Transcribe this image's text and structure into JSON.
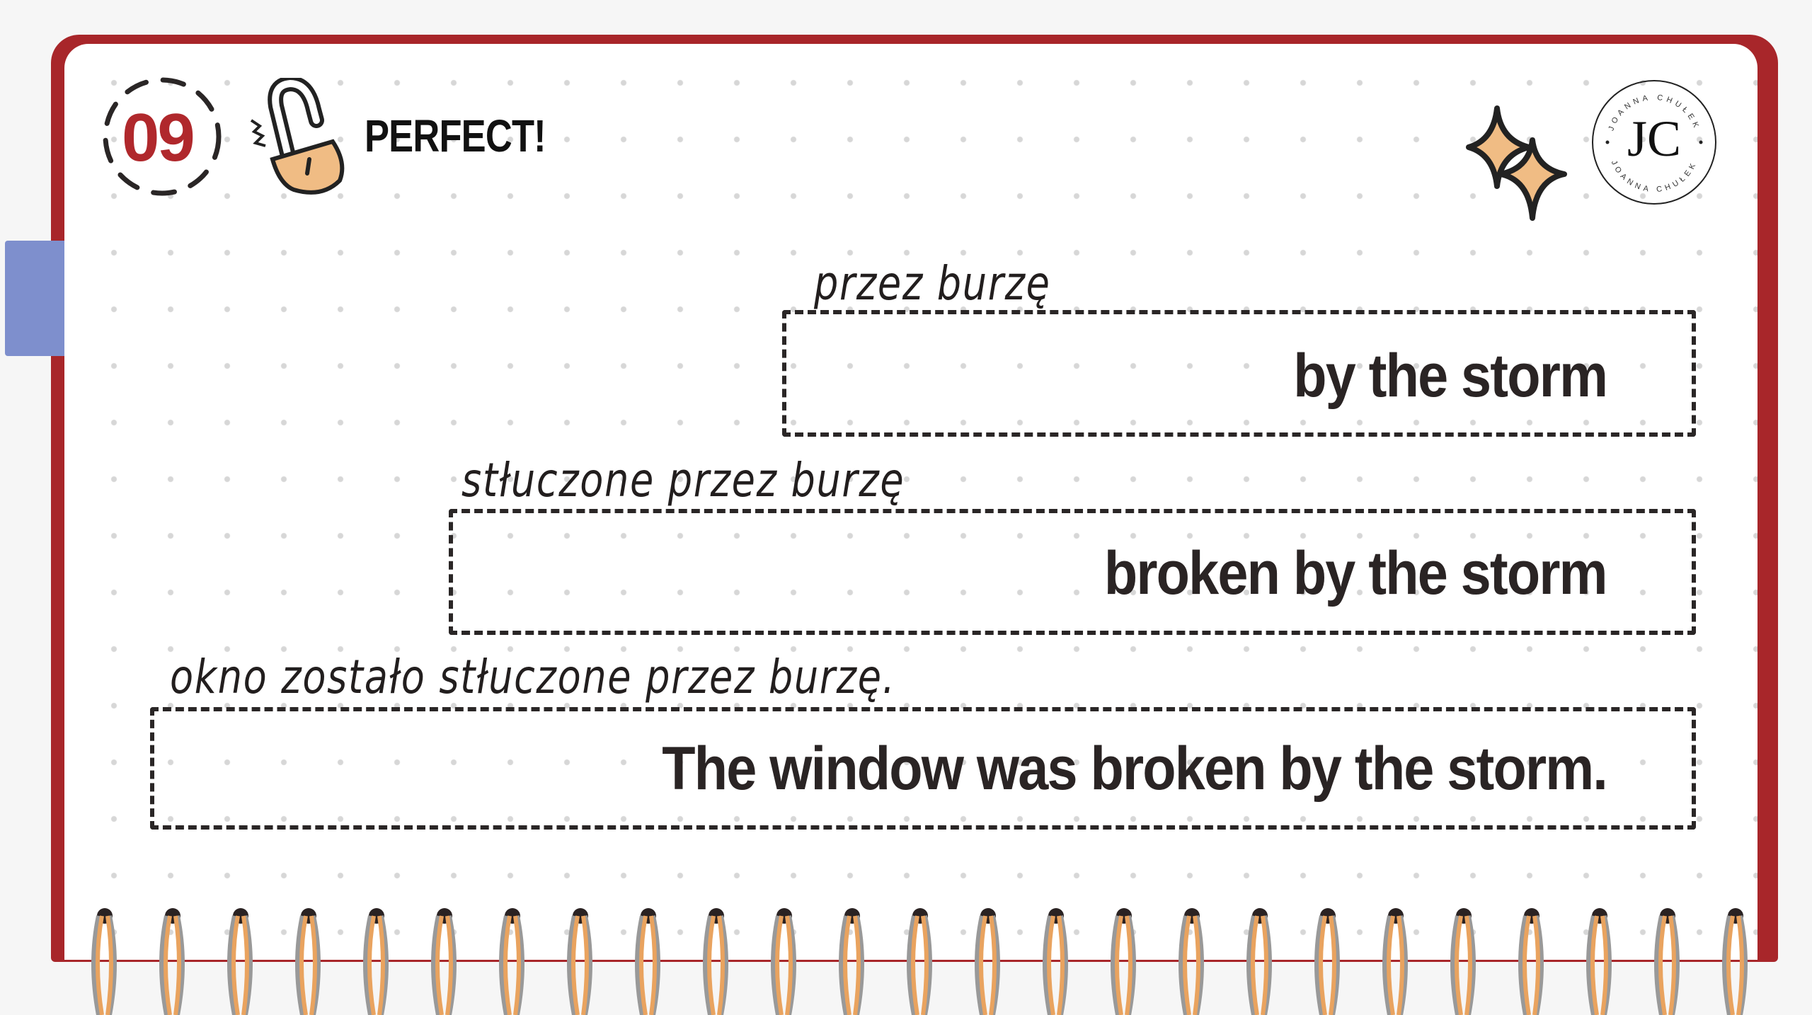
{
  "header": {
    "number": "09",
    "status": "PERFECT!",
    "logo": {
      "initials": "JC",
      "ring_text": "JOANNA CHUŁEK"
    }
  },
  "phrases": [
    {
      "polish": "przez burzę",
      "english": "by the storm"
    },
    {
      "polish": "stłuczone przez burzę",
      "english": "broken by the storm"
    },
    {
      "polish": "okno zostało stłuczone przez burzę.",
      "english": "The window was broken by the storm."
    }
  ],
  "colors": {
    "accent": "#a8262a",
    "number": "#b0282c",
    "lock": "#f0bc84",
    "tab": "#7e8fcd"
  }
}
